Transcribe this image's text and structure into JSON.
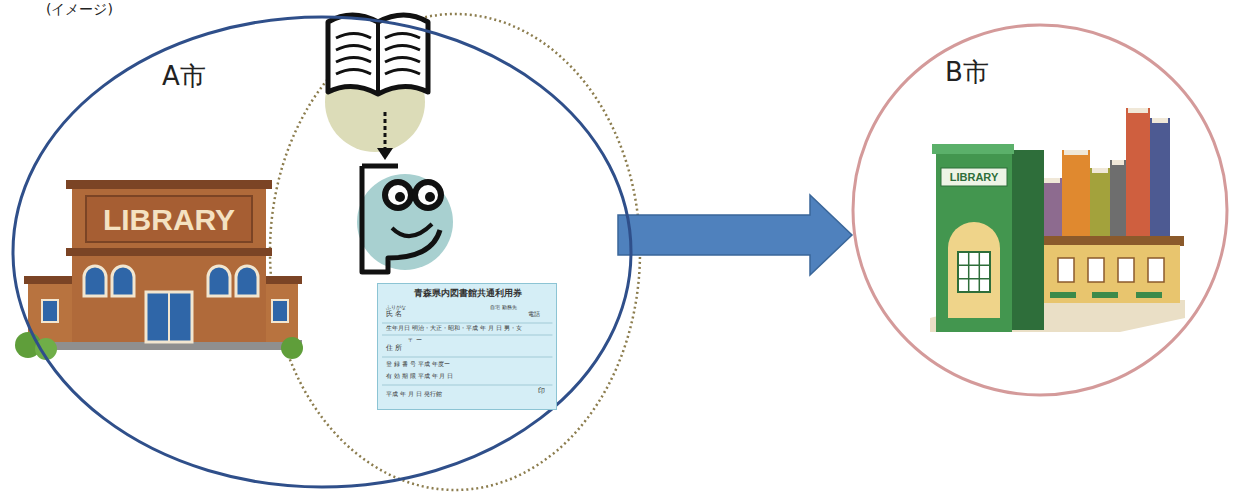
{
  "diagram": {
    "nodes": [
      {
        "text": [
          "A市"
        ]
      },
      {
        "text": [
          "青森県内図書館共通利用券",
          "ふりがな",
          "氏 名",
          "自宅 勤務先",
          "電話",
          "生年月日 明治・大正・昭和・平成 年 月 日 男・女",
          "〒 ー",
          "住 所",
          "登 録 番 号 平成 年度ー",
          "有 効 期 限 平成 年 月 日",
          "平成 年 月 日 発行館",
          "印"
        ],
        "in": 0
      },
      {
        "text": [
          "B市"
        ]
      }
    ],
    "edges": [
      {
        "from": 0,
        "to": 2,
        "arrow": "to"
      }
    ],
    "labels": [
      "(イメージ)",
      "LIBRARY",
      "LIBRARY"
    ]
  }
}
